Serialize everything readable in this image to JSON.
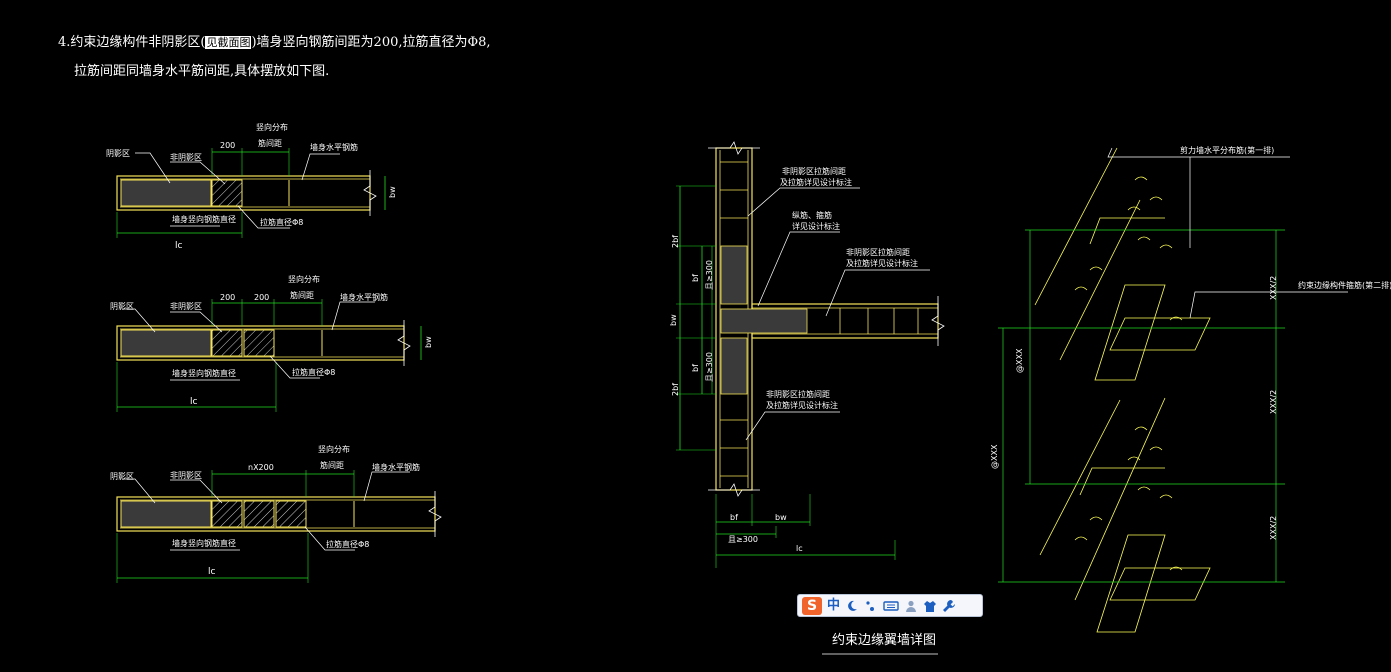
{
  "notes": {
    "line1_prefix": "4.约束边缘构件非阴影区(",
    "line1_highlight": "见截面图",
    "line1_suffix": ")墙身竖向钢筋间距为200,拉筋直径为Φ8,",
    "line2": "拉筋间距同墙身水平筋间距,具体摆放如下图."
  },
  "detail1": {
    "label_shadow": "阴影区",
    "label_nonshadow": "非阴影区",
    "dim_200": "200",
    "label_vertical_dist": "竖向分布",
    "label_spacing": "筋间距",
    "label_horizontal": "墙身水平钢筋",
    "label_bw": "bw",
    "label_wall_vertical": "墙身竖向钢筋直径",
    "label_tie": "拉筋直径Φ8",
    "label_lc": "lc"
  },
  "detail2": {
    "label_shadow": "阴影区",
    "label_nonshadow": "非阴影区",
    "dim_200_a": "200",
    "dim_200_b": "200",
    "label_vertical_dist": "竖向分布",
    "label_spacing": "筋间距",
    "label_horizontal": "墙身水平钢筋",
    "label_bw": "bw",
    "label_wall_vertical": "墙身竖向钢筋直径",
    "label_tie": "拉筋直径Φ8",
    "label_lc": "lc"
  },
  "detail3": {
    "label_shadow": "阴影区",
    "label_nonshadow": "非阴影区",
    "dim_n200": "nX200",
    "label_vertical_dist": "竖向分布",
    "label_spacing": "筋间距",
    "label_horizontal": "墙身水平钢筋",
    "label_wall_vertical": "墙身竖向钢筋直径",
    "label_tie": "拉筋直径Φ8",
    "label_lc": "lc"
  },
  "wing": {
    "label_2bf_top": "2bf",
    "label_bf_top": "bf",
    "label_300_top": "且≥300",
    "label_bw_mid": "bw",
    "label_bf_bot": "bf",
    "label_300_bot": "且≥300",
    "label_2bf_bot": "2bf",
    "note_a1": "非阴影区拉筋间距",
    "note_a2": "及拉筋详见设计标注",
    "note_b1": "纵筋、箍筋",
    "note_b2": "详见设计标注",
    "note_c1": "非阴影区拉筋间距",
    "note_c2": "及拉筋详见设计标注",
    "note_d1": "非阴影区拉筋间距",
    "note_d2": "及拉筋详见设计标注",
    "dim_bf": "bf",
    "dim_bw": "bw",
    "dim_300": "且≥300",
    "dim_lc": "lc",
    "title": "约束边缘翼墙详图"
  },
  "iso": {
    "label_top": "剪力墙水平分布筋(第一排)",
    "label_mid": "约束边缘构件箍筋(第二排)",
    "dim_xxx_half_1": "XXX/2",
    "dim_xxx_half_2": "XXX/2",
    "dim_xxx_half_3": "XXX/2",
    "dim_xxx_1": "@XXX",
    "dim_xxx_2": "@XXX"
  },
  "ime": {
    "logo": "S",
    "mode": "中",
    "icons": [
      "moon-icon",
      "punctuation-icon",
      "keyboard-icon",
      "user-icon",
      "shirt-icon",
      "wrench-icon"
    ]
  },
  "colors": {
    "background": "#000000",
    "wall_outline": "#f5e35a",
    "shadow_fill": "#3a3a3a",
    "dimension": "#22dd22",
    "leader": "#ffffff",
    "iso_rebar": "#ffff55"
  }
}
